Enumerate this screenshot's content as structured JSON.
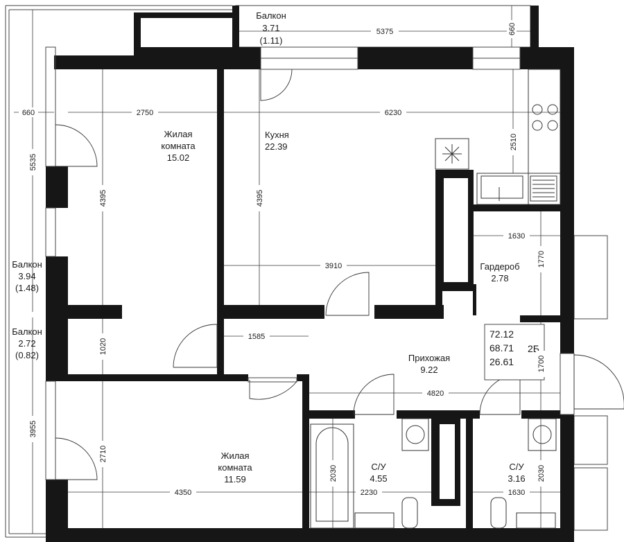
{
  "rooms": {
    "balcony_top": {
      "name": "Балкон",
      "area": "3.71",
      "sub": "(1.11)"
    },
    "living_1": {
      "name": "Жилая комната",
      "area": "15.02"
    },
    "kitchen": {
      "name": "Кухня",
      "area": "22.39"
    },
    "wardrobe": {
      "name": "Гардероб",
      "area": "2.78"
    },
    "balcony_left_1": {
      "name": "Балкон",
      "area": "3.94",
      "sub": "(1.48)"
    },
    "balcony_left_2": {
      "name": "Балкон",
      "area": "2.72",
      "sub": "(0.82)"
    },
    "hall": {
      "name": "Прихожая",
      "area": "9.22"
    },
    "living_2": {
      "name": "Жилая комната",
      "area": "11.59"
    },
    "bath_1": {
      "name": "С/У",
      "area": "4.55"
    },
    "bath_2": {
      "name": "С/У",
      "area": "3.16"
    }
  },
  "living_1_lines": [
    "Жилая",
    "комната"
  ],
  "living_2_lines": [
    "Жилая",
    "комната"
  ],
  "summary": {
    "total": "72.12",
    "living_total": "68.71",
    "other": "26.61",
    "type": "2Б"
  },
  "dimensions": {
    "balcony_top_length": "5375",
    "balcony_top_depth": "660",
    "balcony_left_depth": "660",
    "balcony_left_upper": "5535",
    "balcony_left_lower": "3955",
    "living_1_width": "2750",
    "living_1_height": "4395",
    "kitchen_width": "6230",
    "kitchen_height": "4395",
    "kitchen_depth": "2510",
    "kitchen_inner_width": "3910",
    "wardrobe_width": "1630",
    "wardrobe_height": "1770",
    "hall_corridor_width": "1585",
    "hall_corridor_height": "1020",
    "hall_width": "4820",
    "hall_height": "1700",
    "living_2_width": "4350",
    "living_2_height": "2710",
    "bath_1_width": "2230",
    "bath_1_height": "2030",
    "bath_2_width": "1630",
    "bath_2_height": "2030"
  },
  "colors": {
    "wall": "#161616",
    "line": "#3a3a3a",
    "background": "#ffffff"
  }
}
